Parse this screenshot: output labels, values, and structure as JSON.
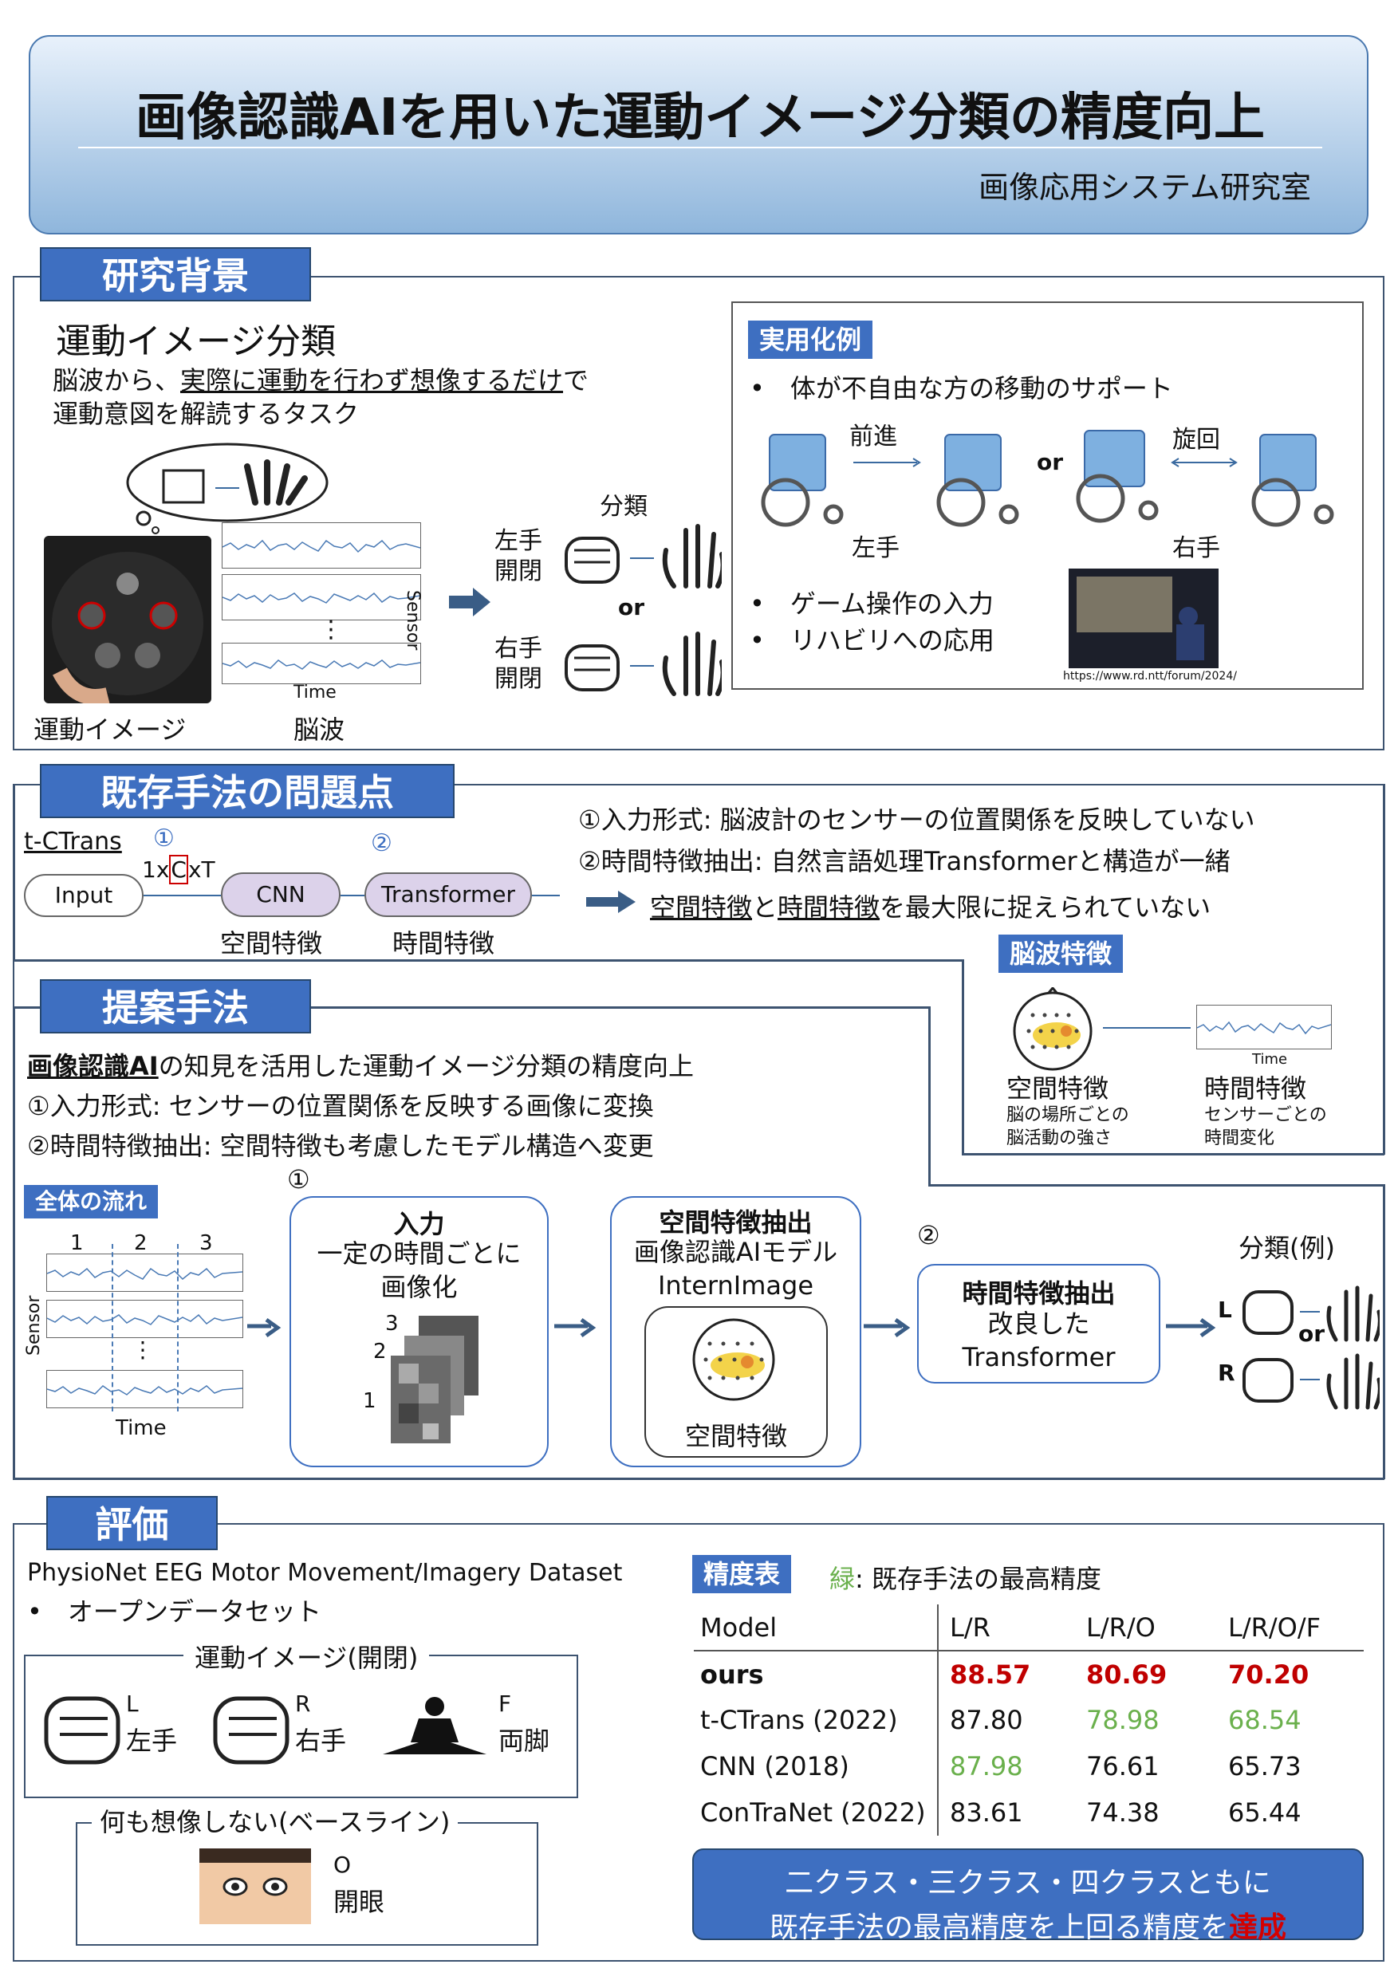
{
  "header": {
    "title": "画像認識AIを用いた運動イメージ分類の精度向上",
    "lab": "画像応用システム研究室"
  },
  "bg": {
    "tag": "研究背景",
    "heading": "運動イメージ分類",
    "desc_line1_a": "脳波から、",
    "desc_line1_u": "実際に運動を行わず想像するだけ",
    "desc_line1_b": "で",
    "desc_line2": "運動意図を解読するタスク",
    "sensor": "Sensor",
    "time": "Time",
    "dots": "⋮",
    "label_mi": "運動イメージ",
    "label_eeg": "脳波",
    "classify": "分類",
    "left_hand": "左手\n開閉",
    "right_hand": "右手\n開閉",
    "or": "or",
    "app": {
      "tag": "実用化例",
      "bullet1": "体が不自由な方の移動のサポート",
      "forward": "前進",
      "rotate": "旋回",
      "or": "or",
      "left": "左手",
      "right": "右手",
      "bullet2": "ゲーム操作の入力",
      "bullet3": "リハビリへの応用",
      "url": "https://www.rd.ntt/forum/2024/"
    }
  },
  "prob": {
    "tag": "既存手法の問題点",
    "model": "t-CTrans",
    "c1": "①",
    "c2": "②",
    "dim_a": "1x",
    "dim_c": "C",
    "dim_b": "xT",
    "input": "Input",
    "cnn": "CNN",
    "transformer": "Transformer",
    "spatial": "空間特徴",
    "temporal": "時間特徴",
    "p1": "①入力形式: 脳波計のセンサーの位置関係を反映していない",
    "p2": "②時間特徴抽出: 自然言語処理Transformerと構造が一緒",
    "conc_u1": "空間特徴",
    "conc_m": "と",
    "conc_u2": "時間特徴",
    "conc_b": "を最大限に捉えられていない",
    "eeg": {
      "tag": "脳波特徴",
      "time": "Time",
      "sp": "空間特徴",
      "sp_desc": "脳の場所ごとの\n脳活動の強さ",
      "tp": "時間特徴",
      "tp_desc": "センサーごとの\n時間変化"
    }
  },
  "prop": {
    "tag": "提案手法",
    "l1_u": "画像認識AI",
    "l1_b": "の知見を活用した運動イメージ分類の精度向上",
    "l2": "①入力形式: センサーの位置関係を反映する画像に変換",
    "l3": "②時間特徴抽出: 空間特徴も考慮したモデル構造へ変更",
    "flow": {
      "tag": "全体の流れ",
      "n1": "1",
      "n2": "2",
      "n3": "3",
      "sensor": "Sensor",
      "time": "Time",
      "dots": "⋮",
      "c1": "①",
      "c2": "②",
      "in_title": "入力",
      "in_desc": "一定の時間ごとに\n画像化",
      "s1": "1",
      "s2": "2",
      "s3": "3",
      "sp_title": "空間特徴抽出",
      "sp_desc": "画像認識AIモデル\nInternImage",
      "sp_inner": "空間特徴",
      "tp_title": "時間特徴抽出",
      "tp_desc": "改良した\nTransformer",
      "cls": "分類(例)",
      "L": "L",
      "R": "R",
      "or": "or"
    }
  },
  "eval": {
    "tag": "評価",
    "dataset": "PhysioNet EEG Motor Movement/Imagery Dataset",
    "bullet": "オープンデータセット",
    "mi_title": "運動イメージ(開閉)",
    "L": "L",
    "L_j": "左手",
    "R": "R",
    "R_j": "右手",
    "F": "F",
    "F_j": "両脚",
    "base_title": "何も想像しない(ベースライン)",
    "O": "O",
    "O_j": "開眼",
    "acc_tag": "精度表",
    "legend_g": "緑",
    "legend_r": ": 既存手法の最高精度",
    "table": {
      "headers": [
        "Model",
        "L/R",
        "L/R/O",
        "L/R/O/F"
      ],
      "rows": [
        [
          "ours",
          "88.57",
          "80.69",
          "70.20"
        ],
        [
          "t-CTrans (2022)",
          "87.80",
          "78.98",
          "68.54"
        ],
        [
          "CNN (2018)",
          "87.98",
          "76.61",
          "65.73"
        ],
        [
          "ConTraNet (2022)",
          "83.61",
          "74.38",
          "65.44"
        ]
      ]
    },
    "concl1": "二クラス・三クラス・四クラスともに",
    "concl2a": "既存手法の最高精度を上回る精度を",
    "concl2b": "達成"
  },
  "colors": {
    "accent": "#3e6fc1",
    "best": "#c00000",
    "prev_best": "#6ab04c"
  }
}
